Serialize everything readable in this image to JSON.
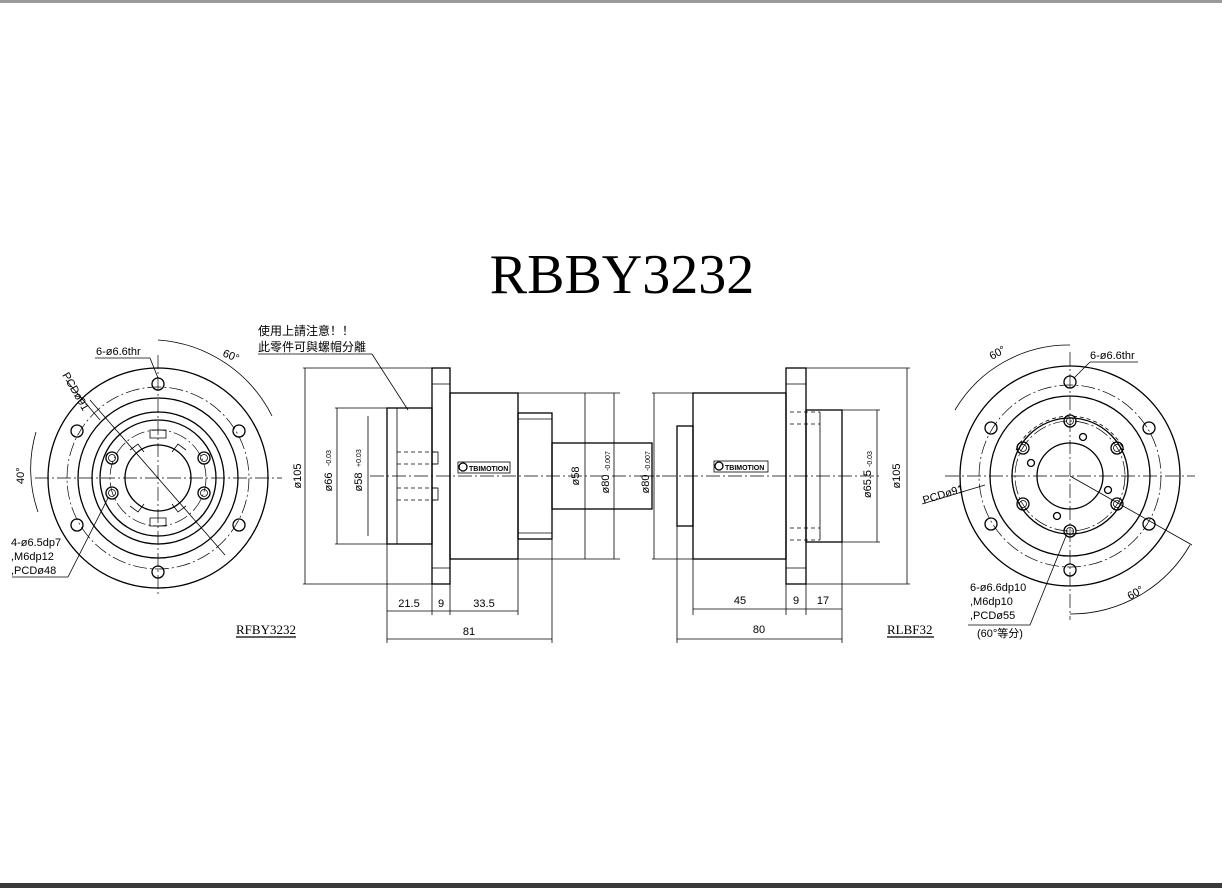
{
  "title": "RBBY3232",
  "note": {
    "line1": "使用上請注意！！",
    "line2": "此零件可與螺帽分離"
  },
  "left_view": {
    "callout_holes": "6-ø6.6thr",
    "callout_pcd": "PCDø91",
    "angle_top": "60°",
    "angle_left": "40°",
    "callout_tapped_1": "4-ø6.5dp7",
    "callout_tapped_2": ",M6dp12",
    "callout_tapped_3": ",PCDø48",
    "part_label": "RFBY3232"
  },
  "right_view": {
    "callout_holes": "6-ø6.6thr",
    "callout_pcd": "PCDø91",
    "angle_top": "60°",
    "angle_bottom": "60°",
    "callout_tapped_1": "6-ø6.6dp10",
    "callout_tapped_2": ",M6dp10",
    "callout_tapped_3": ",PCDø55",
    "callout_tapped_4": "(60°等分)",
    "part_label": "RLBF32"
  },
  "section_left": {
    "dia_outer": "ø105",
    "dia_66": "ø66",
    "dia_66_tol": "-0.03",
    "dia_58": "ø58",
    "dia_58_tol": "+0.03",
    "dia_58b": "ø58",
    "dia_80": "ø80",
    "dia_80_tol": "-0.007",
    "dim_21_5": "21.5",
    "dim_9": "9",
    "dim_33_5": "33.5",
    "dim_81": "81"
  },
  "section_right": {
    "dia_80": "ø80",
    "dia_80_tol": "-0.007",
    "dia_65_5": "ø65.5",
    "dia_65_5_tol": "-0.03",
    "dia_outer": "ø105",
    "dim_45": "45",
    "dim_9": "9",
    "dim_17": "17",
    "dim_80": "80"
  },
  "brand_logo_text": "TBIMOTION"
}
